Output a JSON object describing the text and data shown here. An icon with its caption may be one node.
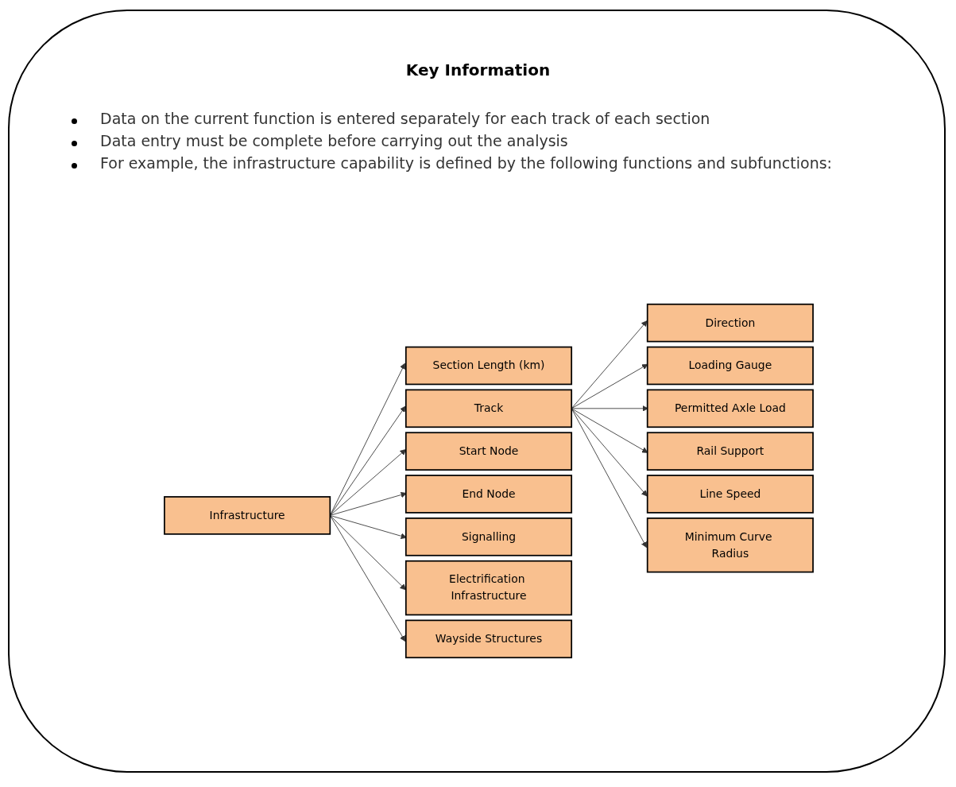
{
  "diagram": {
    "title": "Key Information",
    "nodes": [
      {
        "text": [
          "Infrastructure"
        ]
      },
      {
        "text": [
          "Section Length (km)"
        ]
      },
      {
        "text": [
          "Track"
        ]
      },
      {
        "text": [
          "Start Node"
        ]
      },
      {
        "text": [
          "End Node"
        ]
      },
      {
        "text": [
          "Signalling"
        ]
      },
      {
        "text": [
          "Electrification Infrastructure"
        ]
      },
      {
        "text": [
          "Wayside Structures"
        ]
      },
      {
        "text": [
          "Direction"
        ]
      },
      {
        "text": [
          "Loading Gauge"
        ]
      },
      {
        "text": [
          "Permitted Axle Load"
        ]
      },
      {
        "text": [
          "Rail Support"
        ]
      },
      {
        "text": [
          "Line Speed"
        ]
      },
      {
        "text": [
          "Minimum Curve Radius"
        ]
      }
    ],
    "edges": [
      {
        "from": 0,
        "to": 1,
        "arrow": "to"
      },
      {
        "from": 0,
        "to": 2,
        "arrow": "to"
      },
      {
        "from": 0,
        "to": 3,
        "arrow": "to"
      },
      {
        "from": 0,
        "to": 4,
        "arrow": "to"
      },
      {
        "from": 0,
        "to": 5,
        "arrow": "to"
      },
      {
        "from": 0,
        "to": 6,
        "arrow": "to"
      },
      {
        "from": 0,
        "to": 7,
        "arrow": "to"
      },
      {
        "from": 2,
        "to": 8,
        "arrow": "to"
      },
      {
        "from": 2,
        "to": 9,
        "arrow": "to"
      },
      {
        "from": 2,
        "to": 10,
        "arrow": "to"
      },
      {
        "from": 2,
        "to": 11,
        "arrow": "to"
      },
      {
        "from": 2,
        "to": 12,
        "arrow": "to"
      },
      {
        "from": 2,
        "to": 13,
        "arrow": "to"
      }
    ],
    "labels": [
      "Data on the current function is entered separately for each track of each section",
      "Data entry must be complete before carrying out the analysis",
      "For example, the infrastructure capability is defined by the following functions and subfunctions:"
    ]
  }
}
